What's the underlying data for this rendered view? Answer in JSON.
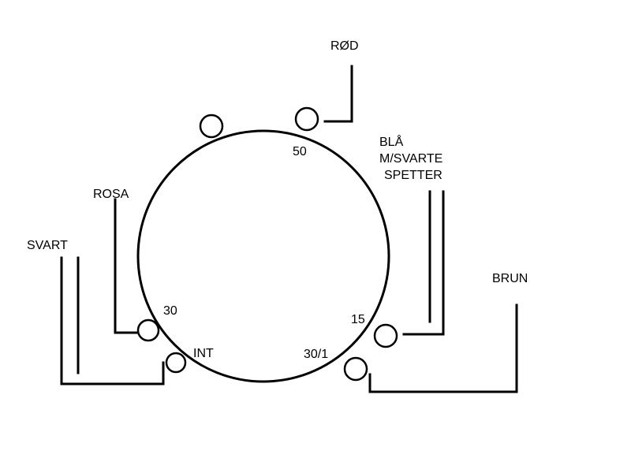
{
  "wire_labels": {
    "rod": "RØD",
    "bla_line1": "BLÅ",
    "bla_line2": "M/SVARTE",
    "bla_line3": "SPETTER",
    "rosa": "ROSA",
    "svart": "SVART",
    "brun": "BRUN"
  },
  "terminal_labels": {
    "t50": "50",
    "t30": "30",
    "t15": "15",
    "tint": "INT",
    "t30_1": "30/1"
  },
  "colors": {
    "line": "#000000",
    "background": "#ffffff"
  }
}
